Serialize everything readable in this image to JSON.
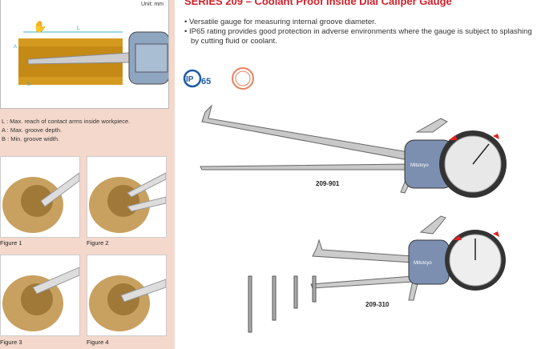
{
  "diagram": {
    "unit": "Unit: mm",
    "dims": {
      "L": "L",
      "A": "A",
      "B": "B"
    }
  },
  "legend": [
    "L : Max. reach of contact arms inside workpiece.",
    "A : Max. groove depth.",
    "B : Min. groove width."
  ],
  "figures": [
    "Figure 1",
    "Figure 2",
    "Figure 3",
    "Figure 4"
  ],
  "title": "SERIES 209 – Coolant Proof Inside Dial Caliper Gauge",
  "bullets": [
    "• Versatile gauge for measuring internal groove diameter.",
    "• IP65 rating provides good protection in adverse environments where the gauge is subject to splashing by cutting fluid or coolant."
  ],
  "badges": {
    "ip": "IP",
    "ip_num": "65"
  },
  "products": [
    {
      "model": "209-901",
      "brand": "Mitutoyo"
    },
    {
      "model": "209-310",
      "brand": "Mitutoyo"
    }
  ],
  "colors": {
    "title": "#d0202a",
    "panel": "#f4d8cc",
    "ip": "#1f5aa6"
  }
}
